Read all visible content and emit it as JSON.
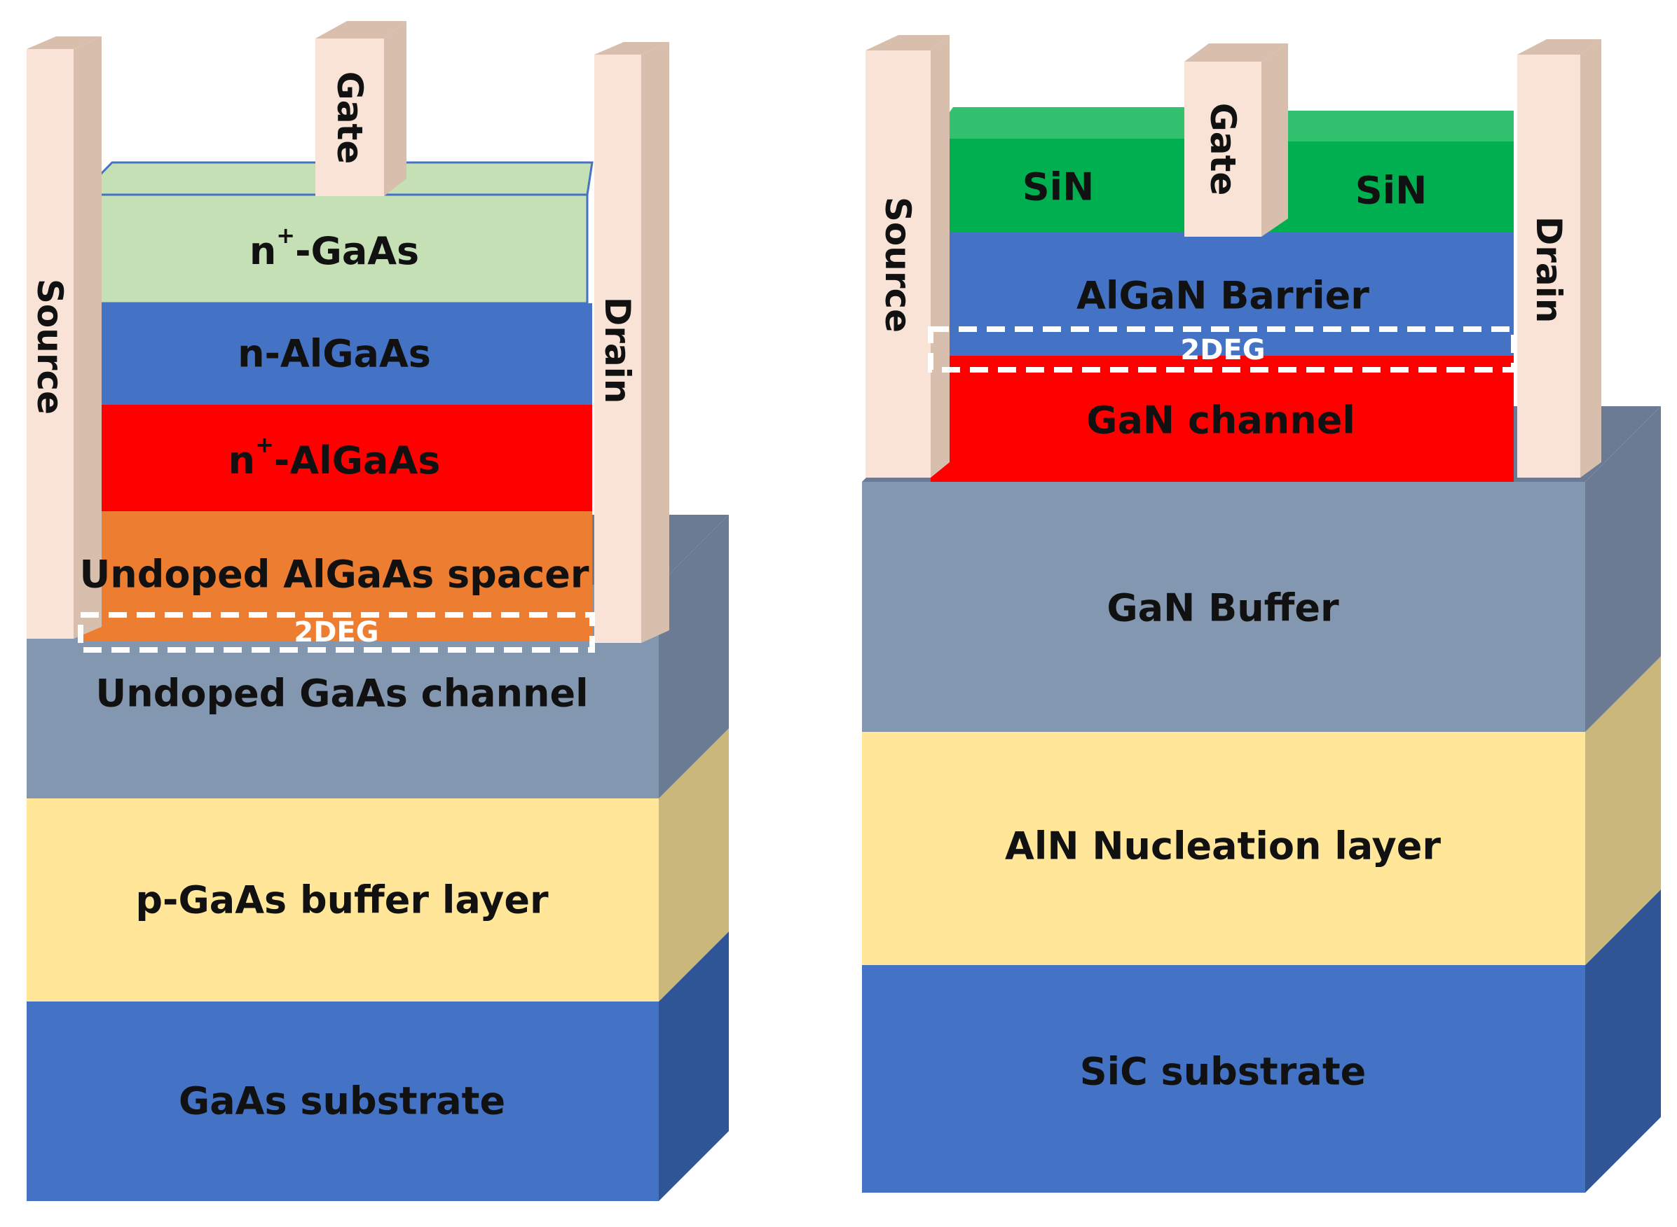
{
  "left_device": {
    "electrodes": {
      "source": "Source",
      "gate": "Gate",
      "drain": "Drain"
    },
    "layers": {
      "cap": "-GaAs",
      "cap_prefix": "n",
      "cap_sup": "+",
      "donor": "n-AlGaAs",
      "doped": "-AlGaAs",
      "doped_prefix": "n",
      "doped_sup": "+",
      "spacer": "Undoped AlGaAs spacer",
      "channel": "Undoped GaAs channel",
      "buffer": "p-GaAs buffer layer",
      "substrate": "GaAs substrate"
    },
    "twodeg": "2DEG"
  },
  "right_device": {
    "electrodes": {
      "source": "Source",
      "gate": "Gate",
      "drain": "Drain"
    },
    "layers": {
      "passivation_left": "SiN",
      "passivation_right": "SiN",
      "barrier": "AlGaN Barrier",
      "channel": "GaN channel",
      "buffer": "GaN Buffer",
      "nucleation": "AlN Nucleation layer",
      "substrate": "SiC substrate"
    },
    "twodeg": "2DEG"
  },
  "colors": {
    "electrode_front": "#f9e3d6",
    "electrode_side": "#d8bfad",
    "cap": "#c5e0b4",
    "algaas_blue": "#4472c4",
    "red": "#ff0000",
    "spacer_orange": "#ed7d31",
    "channel_grey": "#8497b0",
    "buffer_yellow": "#ffe699",
    "substrate_blue": "#4472c4",
    "sin_green": "#00b050"
  }
}
